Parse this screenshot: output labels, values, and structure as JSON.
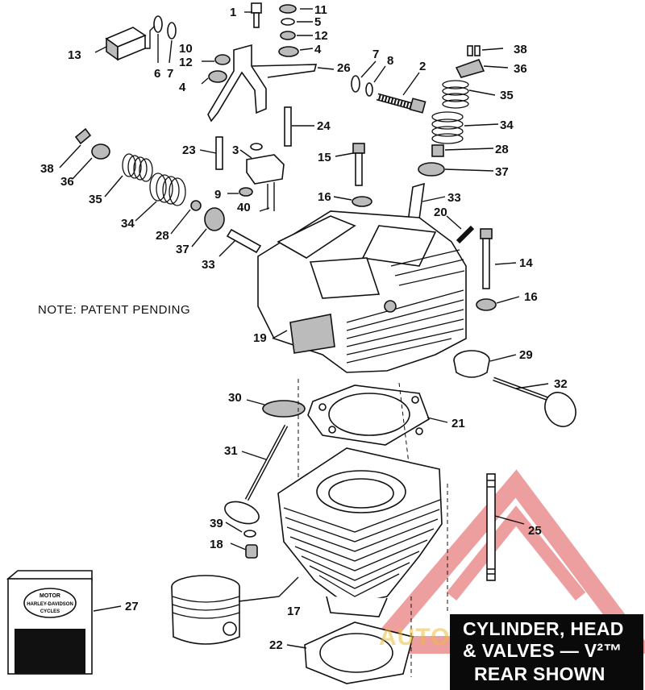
{
  "note": "NOTE: PATENT PENDING",
  "title": {
    "line1": "CYLINDER, HEAD",
    "line2": "& VALVES — V²™",
    "line3": "REAR SHOWN"
  },
  "watermark": {
    "text": "AUTOMOTO",
    "color": "#e05050"
  },
  "logo": {
    "line1": "MOTOR",
    "line2": "HARLEY-DAVIDSON",
    "line3": "CYCLES"
  },
  "callouts": [
    {
      "id": "c1",
      "label": "1"
    },
    {
      "id": "c11",
      "label": "11"
    },
    {
      "id": "c5",
      "label": "5"
    },
    {
      "id": "c12a",
      "label": "12"
    },
    {
      "id": "c4a",
      "label": "4"
    },
    {
      "id": "c13",
      "label": "13"
    },
    {
      "id": "c6",
      "label": "6"
    },
    {
      "id": "c7a",
      "label": "7"
    },
    {
      "id": "c10",
      "label": "10"
    },
    {
      "id": "c12b",
      "label": "12"
    },
    {
      "id": "c4b",
      "label": "4"
    },
    {
      "id": "c26",
      "label": "26"
    },
    {
      "id": "c7b",
      "label": "7"
    },
    {
      "id": "c8",
      "label": "8"
    },
    {
      "id": "c2",
      "label": "2"
    },
    {
      "id": "c38a",
      "label": "38"
    },
    {
      "id": "c36a",
      "label": "36"
    },
    {
      "id": "c35a",
      "label": "35"
    },
    {
      "id": "c34a",
      "label": "34"
    },
    {
      "id": "c28a",
      "label": "28"
    },
    {
      "id": "c37a",
      "label": "37"
    },
    {
      "id": "c24",
      "label": "24"
    },
    {
      "id": "c23",
      "label": "23"
    },
    {
      "id": "c3",
      "label": "3"
    },
    {
      "id": "c15",
      "label": "15"
    },
    {
      "id": "c38b",
      "label": "38"
    },
    {
      "id": "c36b",
      "label": "36"
    },
    {
      "id": "c35b",
      "label": "35"
    },
    {
      "id": "c34b",
      "label": "34"
    },
    {
      "id": "c28b",
      "label": "28"
    },
    {
      "id": "c37b",
      "label": "37"
    },
    {
      "id": "c9",
      "label": "9"
    },
    {
      "id": "c40",
      "label": "40"
    },
    {
      "id": "c16a",
      "label": "16"
    },
    {
      "id": "c33a",
      "label": "33"
    },
    {
      "id": "c20",
      "label": "20"
    },
    {
      "id": "c33b",
      "label": "33"
    },
    {
      "id": "c14",
      "label": "14"
    },
    {
      "id": "c16b",
      "label": "16"
    },
    {
      "id": "c19",
      "label": "19"
    },
    {
      "id": "c29",
      "label": "29"
    },
    {
      "id": "c32",
      "label": "32"
    },
    {
      "id": "c30",
      "label": "30"
    },
    {
      "id": "c21",
      "label": "21"
    },
    {
      "id": "c31",
      "label": "31"
    },
    {
      "id": "c25",
      "label": "25"
    },
    {
      "id": "c39",
      "label": "39"
    },
    {
      "id": "c18",
      "label": "18"
    },
    {
      "id": "c27",
      "label": "27"
    },
    {
      "id": "c17",
      "label": "17"
    },
    {
      "id": "c22",
      "label": "22"
    }
  ]
}
